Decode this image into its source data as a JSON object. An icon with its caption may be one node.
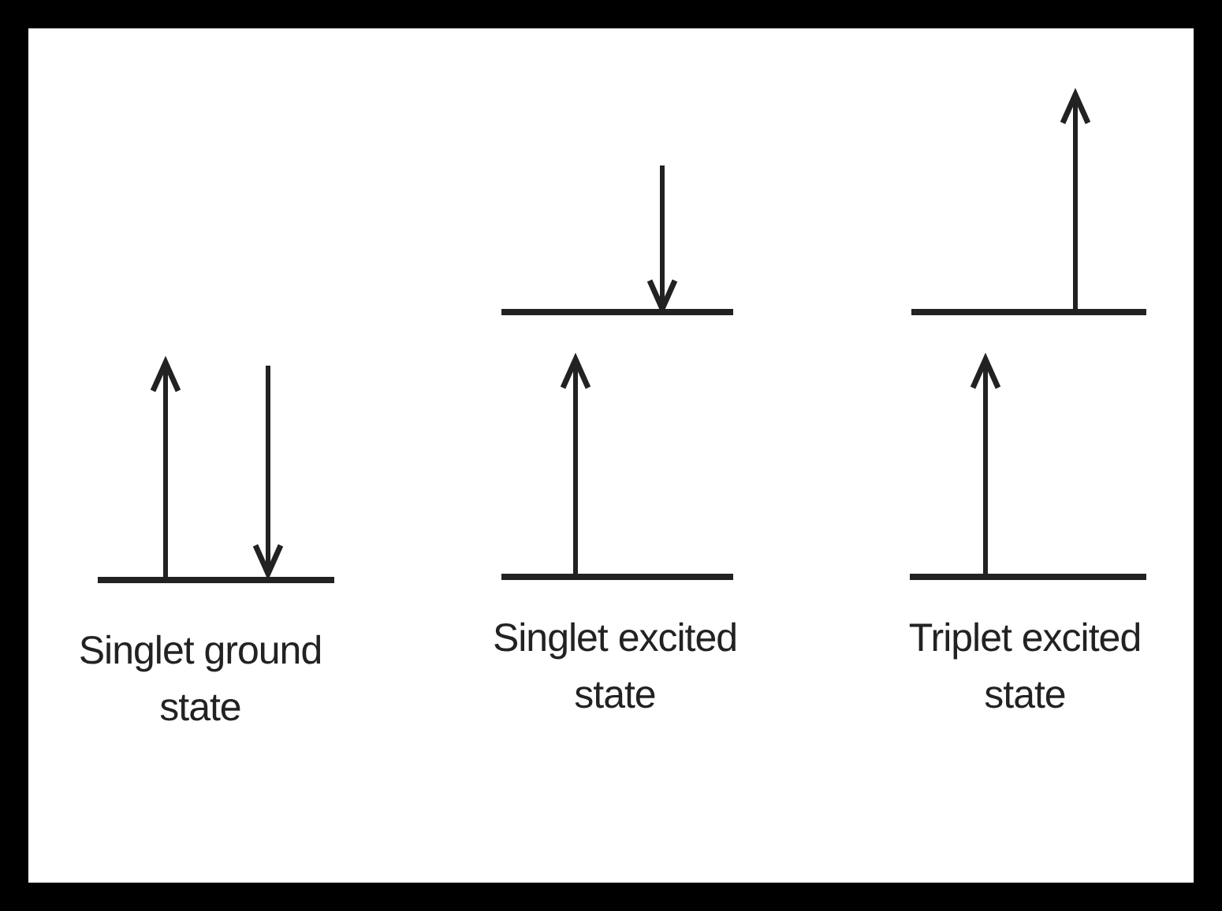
{
  "diagram": {
    "labels": [
      "Singlet ground state",
      "Singlet excited state",
      "Triplet excited state"
    ]
  }
}
